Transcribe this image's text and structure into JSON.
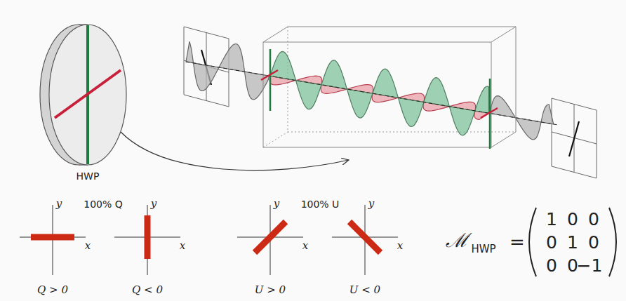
{
  "diagram": {
    "labels": [
      "HWP",
      "y",
      "100% Q",
      "x",
      "Q > 0",
      "y",
      "x",
      "Q < 0",
      "y",
      "100% U",
      "x",
      "U > 0",
      "y",
      "x",
      "U < 0",
      "ℳ",
      "HWP",
      "=",
      "1",
      "0",
      "0",
      "0",
      "1",
      "0",
      "0",
      "0",
      "−1"
    ]
  }
}
